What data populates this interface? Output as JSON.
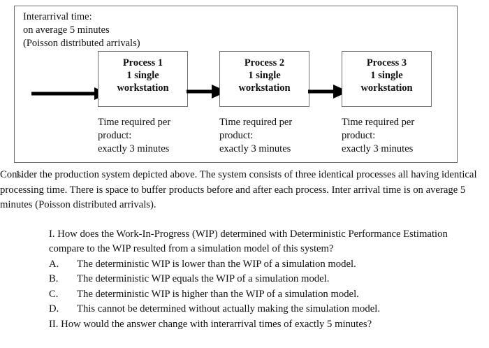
{
  "diagram": {
    "arrival_note": [
      "Interarrival time:",
      "on average 5 minutes",
      "(Poisson distributed arrivals)"
    ],
    "processes": [
      {
        "title": "Process 1",
        "line2": "1 single",
        "line3": "workstation",
        "caption": [
          "Time required per",
          "product:",
          "exactly 3 minutes"
        ]
      },
      {
        "title": "Process 2",
        "line2": "1 single",
        "line3": "workstation",
        "caption": [
          "Time required per",
          "product:",
          "exactly 3 minutes"
        ]
      },
      {
        "title": "Process 3",
        "line2": "1 single",
        "line3": "workstation",
        "caption": [
          "Time required per",
          "product:",
          "exactly 3 minutes"
        ]
      }
    ]
  },
  "question": {
    "number": "1.",
    "intro": "Consider the production system depicted above. The system consists of three identical processes all having identical processing time. There is space to buffer products before and after each process. Inter arrival time is on average 5 minutes (Poisson distributed arrivals).",
    "part_1": "I. How does the Work-In-Progress (WIP) determined with Deterministic Performance Estimation compare to the WIP resulted from a simulation model of this system?",
    "options": [
      {
        "letter": "A.",
        "text": "The deterministic WIP is lower than the WIP of a simulation model."
      },
      {
        "letter": "B.",
        "text": "The deterministic WIP equals the WIP of a simulation model."
      },
      {
        "letter": "C.",
        "text": "The deterministic WIP is higher than the WIP of a simulation model."
      },
      {
        "letter": "D.",
        "text": "This cannot be determined without actually making the simulation model."
      }
    ],
    "part_2": "II. How would the answer change with interarrival times of exactly 5 minutes?"
  },
  "colors": {
    "frame_border": "#6b6b6b",
    "box_border": "#6e6e6e",
    "arrow": "#000000",
    "text": "#101010",
    "background": "#ffffff"
  }
}
